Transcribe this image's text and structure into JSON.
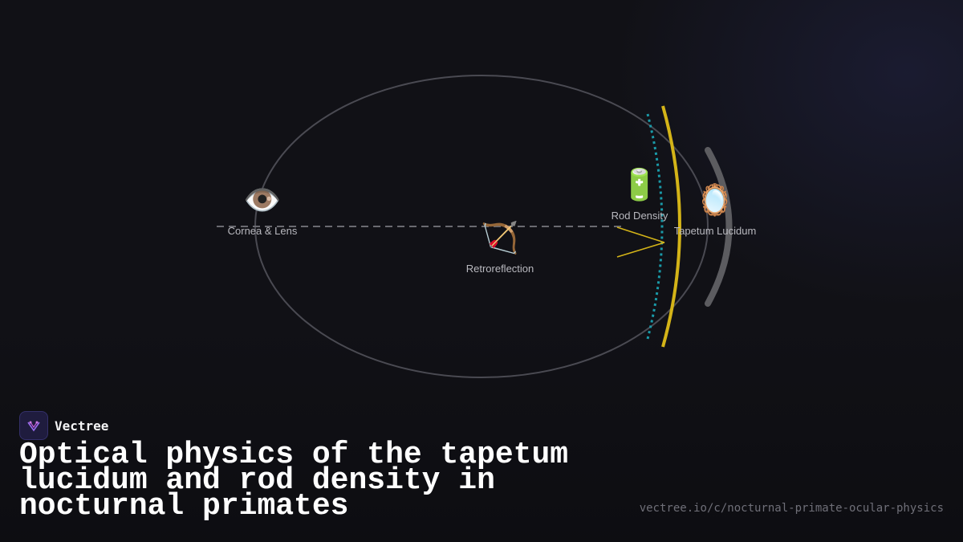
{
  "diagram": {
    "nodes": [
      {
        "id": "cornea",
        "icon": "eye-icon",
        "glyph": "👁️",
        "label": "Cornea & Lens"
      },
      {
        "id": "retro",
        "icon": "bow-and-arrow-icon",
        "glyph": "🏹",
        "label": "Retroreflection"
      },
      {
        "id": "rod",
        "icon": "battery-icon",
        "glyph": "🔋",
        "label": "Rod Density"
      },
      {
        "id": "tapetum",
        "icon": "mirror-icon",
        "glyph": "🪞",
        "label": "Tapetum Lucidum"
      }
    ],
    "colors": {
      "eyeball_outline": "#4a4a52",
      "optical_axis": "#6a6a70",
      "retina_arc": "#d4b418",
      "rod_layer": "#1a9aa8",
      "tapetum_arc": "#5c5c60",
      "ray": "#d4b418"
    }
  },
  "brand": {
    "name": "Vectree"
  },
  "title": "Optical physics of the tapetum lucidum and rod density in nocturnal primates",
  "url": "vectree.io/c/nocturnal-primate-ocular-physics"
}
